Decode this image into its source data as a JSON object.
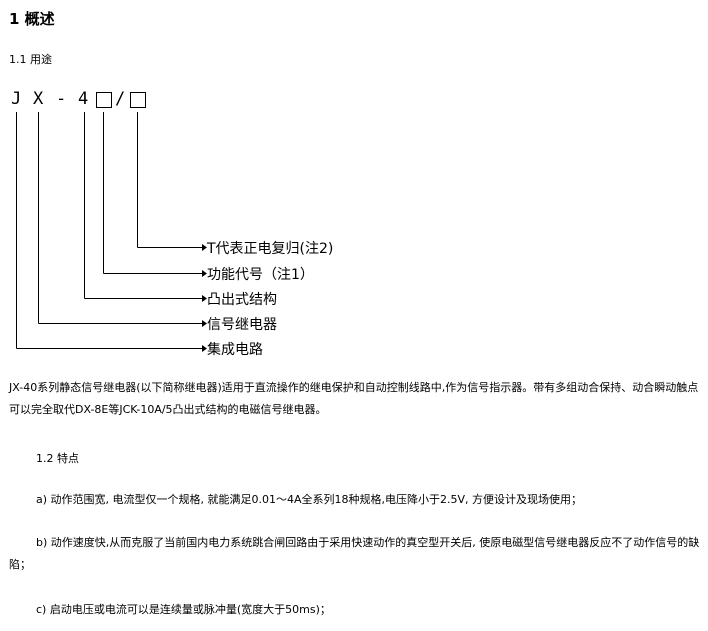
{
  "section_title": "1  概述",
  "subsection_usage": "1.1 用途",
  "model": {
    "c1": "J",
    "c2": "X",
    "c3": "-",
    "c4": "4",
    "sep": "/"
  },
  "legend": [
    "T代表正电复归(注2)",
    "功能代号（注1）",
    "凸出式结构",
    "信号继电器",
    "集成电路"
  ],
  "intro_paragraph": "JX-40系列静态信号继电器(以下简称继电器)适用于直流操作的继电保护和自动控制线路中,作为信号指示器。带有多组动合保持、动合瞬动触点可以完全取代DX-8E等JCK-10A/5凸出式结构的电磁信号继电器。",
  "subsection_features": "1.2 特点",
  "features": [
    "a) 动作范围宽, 电流型仅一个规格, 就能满足0.01～4A全系列18种规格,电压降小于2.5V, 方便设计及现场使用；",
    "b) 动作速度快,从而克服了当前国内电力系统跳合闸回路由于采用快速动作的真空型开关后, 使原电磁型信号继电器反应不了动作信号的缺陷；",
    "c) 启动电压或电流可以是连续量或脉冲量(宽度大于50ms)；"
  ]
}
